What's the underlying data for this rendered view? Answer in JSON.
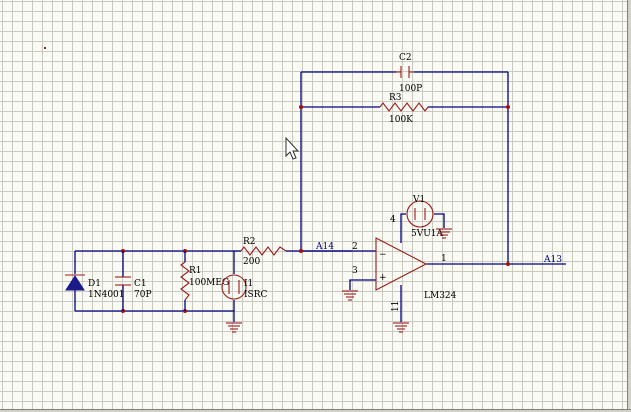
{
  "schematic": {
    "components": {
      "c2": {
        "ref": "C2",
        "value": "100P"
      },
      "r3": {
        "ref": "R3",
        "value": "100K"
      },
      "v1": {
        "ref": "V1",
        "value": "5VU1A"
      },
      "r2": {
        "ref": "R2",
        "value": "200"
      },
      "d1": {
        "ref": "D1",
        "value": "1N4001"
      },
      "c1": {
        "ref": "C1",
        "value": "70P"
      },
      "r1": {
        "ref": "R1",
        "value": "100MEG"
      },
      "i1": {
        "ref": "I1",
        "value": "ISRC"
      },
      "u1": {
        "ref": "",
        "value": "LM324"
      }
    },
    "nets": {
      "a14": "A14",
      "a13": "A13"
    },
    "pins": {
      "in_neg": "2",
      "in_pos": "3",
      "vcc": "4",
      "vee": "11",
      "out": "1"
    },
    "opamp_signs": {
      "minus": "−",
      "plus": "+"
    }
  },
  "colors": {
    "wire": "#000080",
    "component": "#9b1b1b",
    "junction": "#a01010",
    "sheet": "#fafaf4",
    "grid": "#c9c9c0",
    "diode_fill": "#1a1a8a"
  }
}
